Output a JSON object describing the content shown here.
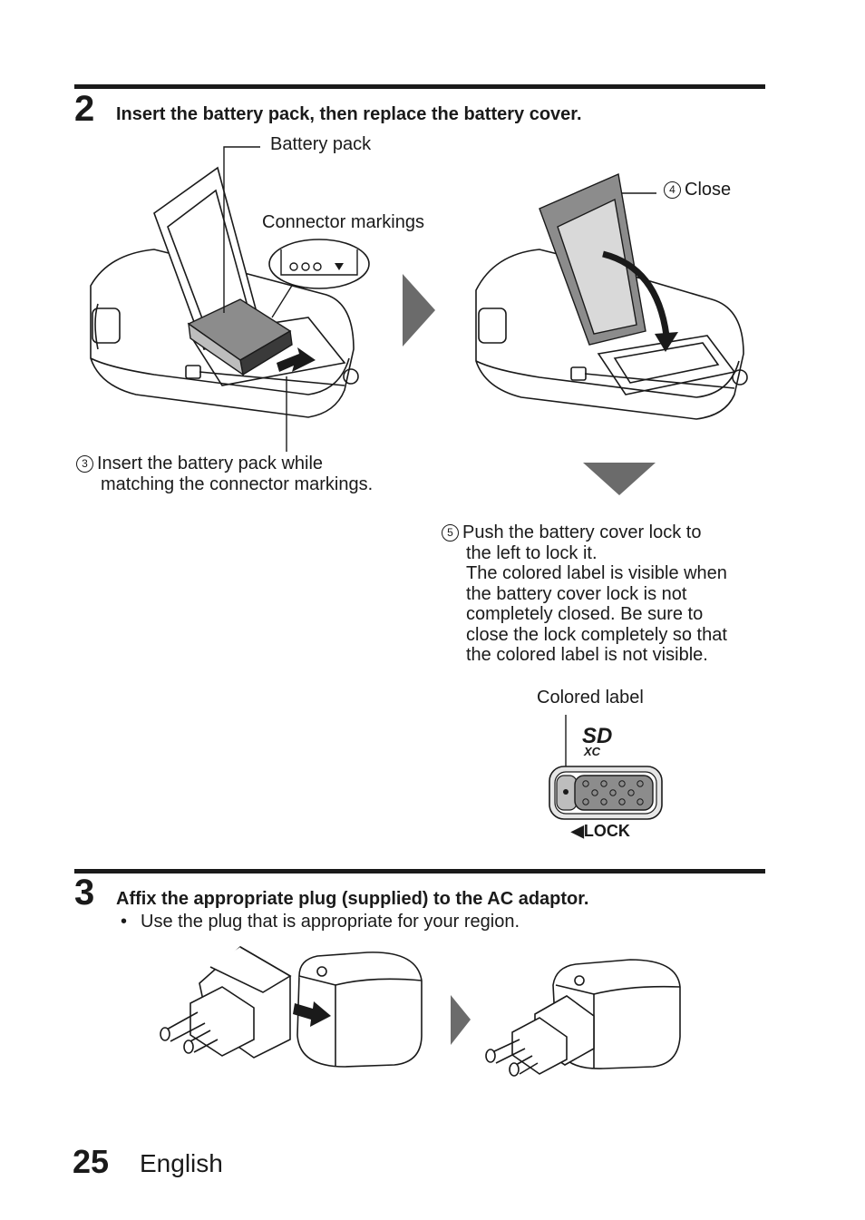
{
  "step2": {
    "number": "2",
    "title": "Insert the battery pack, then replace the battery cover.",
    "labels": {
      "battery_pack": "Battery pack",
      "connector_markings": "Connector markings",
      "close_num": "4",
      "close": "Close",
      "insert_num": "3",
      "insert_line1": "Insert the battery pack while",
      "insert_line2": "matching the connector markings.",
      "push_num": "5",
      "push_lines": [
        "Push the battery cover lock to",
        "the left to lock it.",
        "The colored label is visible when",
        "the battery cover lock is not",
        "completely closed. Be sure to",
        "close the lock completely so that",
        "the colored label is not visible."
      ],
      "colored_label": "Colored label",
      "lock": "LOCK",
      "sd_logo": "SD XC"
    }
  },
  "step3": {
    "number": "3",
    "title": "Affix the appropriate plug (supplied) to the AC adaptor.",
    "bullet": "Use the plug that is appropriate for your region."
  },
  "footer": {
    "page_number": "25",
    "language": "English"
  },
  "colors": {
    "ink": "#1a1a1a",
    "arrow_gray": "#6b6b6b",
    "battery_gray": "#8c8c8c",
    "label_gray": "#bdbdbd"
  }
}
